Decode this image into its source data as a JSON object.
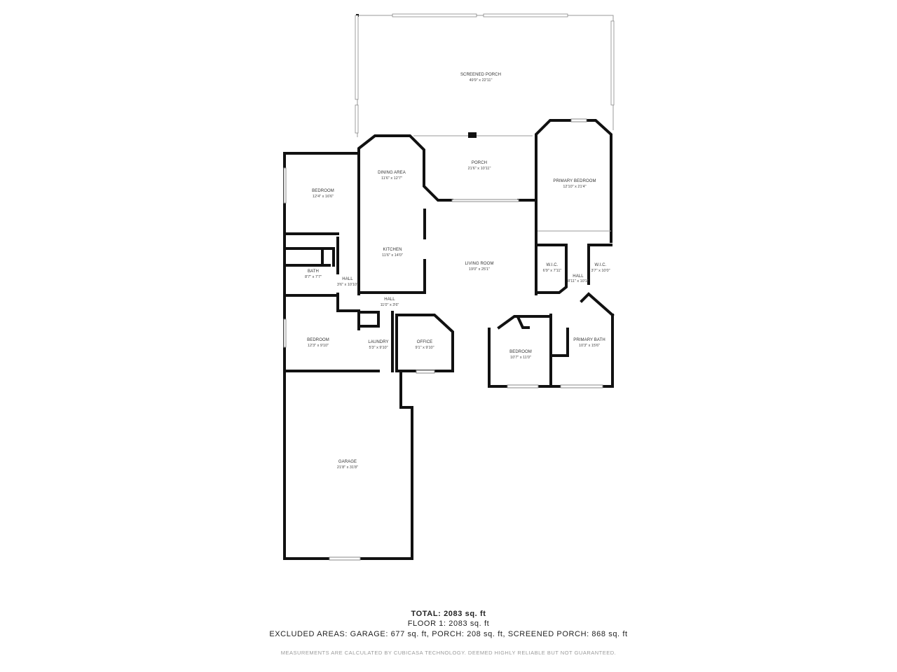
{
  "rooms": {
    "screened_porch": {
      "name": "SCREENED PORCH",
      "dims": "49'9\" x 22'11\""
    },
    "porch": {
      "name": "PORCH",
      "dims": "21'6\" x 10'11\""
    },
    "dining_area": {
      "name": "DINING AREA",
      "dims": "11'6\" x 12'7\""
    },
    "primary_bedroom": {
      "name": "PRIMARY BEDROOM",
      "dims": "12'10\" x 21'4\""
    },
    "bedroom_1": {
      "name": "BEDROOM",
      "dims": "12'4\" x 16'6\""
    },
    "kitchen": {
      "name": "KITCHEN",
      "dims": "11'6\" x 14'0\""
    },
    "living_room": {
      "name": "LIVING ROOM",
      "dims": "19'0\" x 25'1\""
    },
    "wic_1": {
      "name": "W.I.C.",
      "dims": "6'9\" x 7'11\""
    },
    "wic_2": {
      "name": "W.I.C.",
      "dims": "3'7\" x 10'0\""
    },
    "hall_primary": {
      "name": "HALL",
      "dims": "8'11\" x 10'1\""
    },
    "bath": {
      "name": "BATH",
      "dims": "8'7\" x 7'7\""
    },
    "hall_west": {
      "name": "HALL",
      "dims": "3'6\" x 10'10\""
    },
    "hall_center": {
      "name": "HALL",
      "dims": "11'0\" x 3'6\""
    },
    "bedroom_2": {
      "name": "BEDROOM",
      "dims": "12'3\" x 9'10\""
    },
    "laundry": {
      "name": "LAUNDRY",
      "dims": "5'3\" x 9'10\""
    },
    "office": {
      "name": "OFFICE",
      "dims": "9'1\" x 9'10\""
    },
    "bedroom_3": {
      "name": "BEDROOM",
      "dims": "10'7\" x 11'0\""
    },
    "primary_bath": {
      "name": "PRIMARY BATH",
      "dims": "10'3\" x 15'6\""
    },
    "garage": {
      "name": "GARAGE",
      "dims": "21'8\" x 31'8\""
    }
  },
  "summary": {
    "total": "TOTAL: 2083 sq. ft",
    "floor": "FLOOR 1: 2083 sq. ft",
    "excluded": "EXCLUDED AREAS: GARAGE: 677 sq. ft, PORCH: 208 sq. ft, SCREENED PORCH: 868 sq. ft",
    "disclaimer": "MEASUREMENTS ARE CALCULATED BY CUBICASA TECHNOLOGY. DEEMED HIGHLY RELIABLE BUT NOT GUARANTEED."
  }
}
